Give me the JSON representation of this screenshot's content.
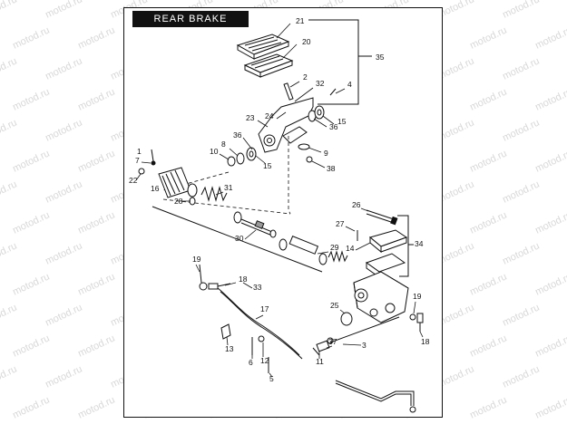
{
  "diagram": {
    "title": "REAR BRAKE CONTROL",
    "watermark": "motod.ru",
    "labels": [
      {
        "id": "21",
        "text": "21"
      },
      {
        "id": "20",
        "text": "20"
      },
      {
        "id": "35",
        "text": "35"
      },
      {
        "id": "2",
        "text": "2"
      },
      {
        "id": "32",
        "text": "32"
      },
      {
        "id": "4",
        "text": "4"
      },
      {
        "id": "24",
        "text": "24"
      },
      {
        "id": "23",
        "text": "23"
      },
      {
        "id": "15a",
        "text": "15"
      },
      {
        "id": "36a",
        "text": "36"
      },
      {
        "id": "36b",
        "text": "36"
      },
      {
        "id": "8",
        "text": "8"
      },
      {
        "id": "10",
        "text": "10"
      },
      {
        "id": "15b",
        "text": "15"
      },
      {
        "id": "9",
        "text": "9"
      },
      {
        "id": "38",
        "text": "38"
      },
      {
        "id": "1",
        "text": "1"
      },
      {
        "id": "7",
        "text": "7"
      },
      {
        "id": "22",
        "text": "22"
      },
      {
        "id": "16",
        "text": "16"
      },
      {
        "id": "28",
        "text": "28"
      },
      {
        "id": "31",
        "text": "31"
      },
      {
        "id": "26",
        "text": "26"
      },
      {
        "id": "27",
        "text": "27"
      },
      {
        "id": "14",
        "text": "14"
      },
      {
        "id": "34",
        "text": "34"
      },
      {
        "id": "30",
        "text": "30"
      },
      {
        "id": "29",
        "text": "29"
      },
      {
        "id": "19a",
        "text": "19"
      },
      {
        "id": "18a",
        "text": "18"
      },
      {
        "id": "33",
        "text": "33"
      },
      {
        "id": "25",
        "text": "25"
      },
      {
        "id": "19b",
        "text": "19"
      },
      {
        "id": "17",
        "text": "17"
      },
      {
        "id": "18b",
        "text": "18"
      },
      {
        "id": "13",
        "text": "13"
      },
      {
        "id": "37",
        "text": "37"
      },
      {
        "id": "3",
        "text": "3"
      },
      {
        "id": "6",
        "text": "6"
      },
      {
        "id": "12",
        "text": "12"
      },
      {
        "id": "11",
        "text": "11"
      },
      {
        "id": "5",
        "text": "5"
      }
    ]
  }
}
